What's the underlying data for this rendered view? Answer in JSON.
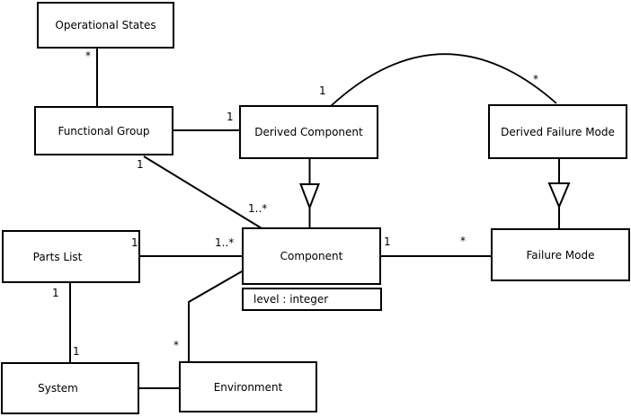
{
  "diagram": {
    "colors": {
      "background": "#ffffff",
      "line": "#000000",
      "box_fill": "#ffffff"
    },
    "boxes": {
      "operational_states": {
        "label": "Operational States"
      },
      "functional_group": {
        "label": "Functional Group"
      },
      "derived_component": {
        "label": "Derived Component"
      },
      "derived_failure_mode": {
        "label": "Derived Failure Mode"
      },
      "parts_list": {
        "label": "Parts List"
      },
      "component": {
        "label": "Component",
        "attribute": "level : integer"
      },
      "failure_mode": {
        "label": "Failure Mode"
      },
      "system": {
        "label": "System"
      },
      "environment": {
        "label": "Environment"
      }
    },
    "multiplicities": {
      "os_fg": "*",
      "fg_dc": "1",
      "arc_dc_end": "1",
      "arc_dfm_end": "*",
      "fg_comp_src": "1",
      "fg_comp_tgt": "1..*",
      "pl_comp_src": "1",
      "pl_comp_tgt": "1..*",
      "comp_fm_src": "1",
      "comp_fm_tgt": "*",
      "pl_sys_src": "1",
      "pl_sys_tgt": "1",
      "comp_env_tgt": "*"
    }
  }
}
